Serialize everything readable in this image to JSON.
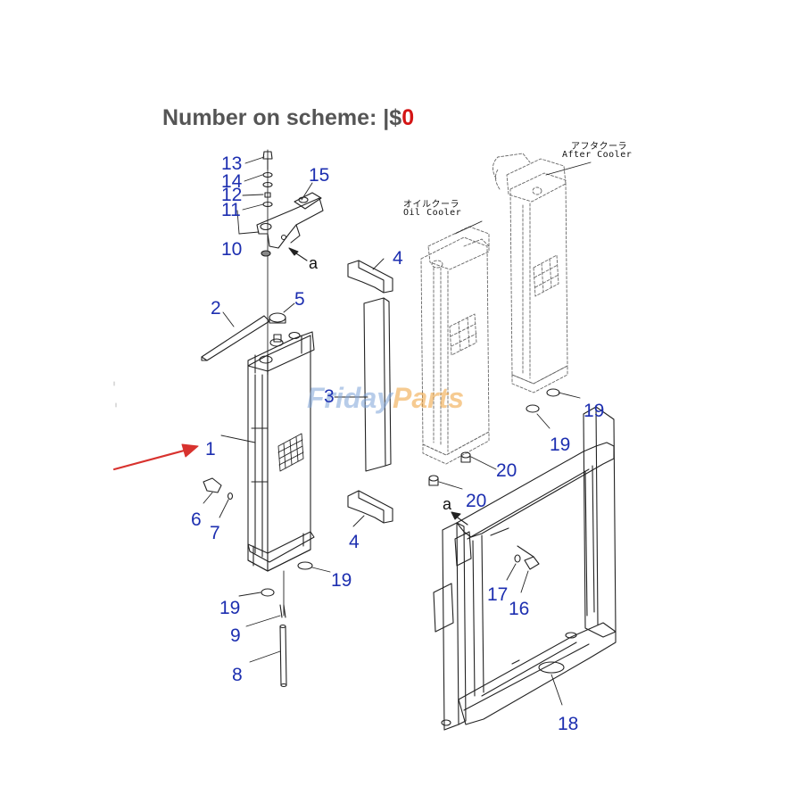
{
  "heading": {
    "label": "Number on scheme:",
    "bar": "|",
    "value_prefix": "$",
    "value_glyph": "0"
  },
  "annotations": {
    "oil_cooler_jp": "オイルクーラ",
    "oil_cooler_en": "Oil Cooler",
    "after_cooler_jp": "アフタクーラ",
    "after_cooler_en": "After Cooler",
    "detail_a_top": "a",
    "detail_a_frame": "a"
  },
  "watermark": {
    "part1": "Friday",
    "part2": "Parts"
  },
  "callouts": [
    {
      "id": "c13",
      "text": "13"
    },
    {
      "id": "c14",
      "text": "14"
    },
    {
      "id": "c12",
      "text": "12"
    },
    {
      "id": "c11",
      "text": "11"
    },
    {
      "id": "c15",
      "text": "15"
    },
    {
      "id": "c10",
      "text": "10"
    },
    {
      "id": "c4a",
      "text": "4"
    },
    {
      "id": "c5",
      "text": "5"
    },
    {
      "id": "c2",
      "text": "2"
    },
    {
      "id": "c3",
      "text": "3"
    },
    {
      "id": "c1",
      "text": "1"
    },
    {
      "id": "c6",
      "text": "6"
    },
    {
      "id": "c7",
      "text": "7"
    },
    {
      "id": "c4b",
      "text": "4"
    },
    {
      "id": "c19a",
      "text": "19"
    },
    {
      "id": "c19b",
      "text": "19"
    },
    {
      "id": "c19c",
      "text": "19"
    },
    {
      "id": "c19d",
      "text": "19"
    },
    {
      "id": "c20a",
      "text": "20"
    },
    {
      "id": "c20b",
      "text": "20"
    },
    {
      "id": "c17",
      "text": "17"
    },
    {
      "id": "c16",
      "text": "16"
    },
    {
      "id": "c9",
      "text": "9"
    },
    {
      "id": "c8",
      "text": "8"
    },
    {
      "id": "c18",
      "text": "18"
    }
  ],
  "colors": {
    "callout": "#1d2fb0",
    "arrow": "#d8322e",
    "heading": "#555555",
    "line": "#222222"
  }
}
